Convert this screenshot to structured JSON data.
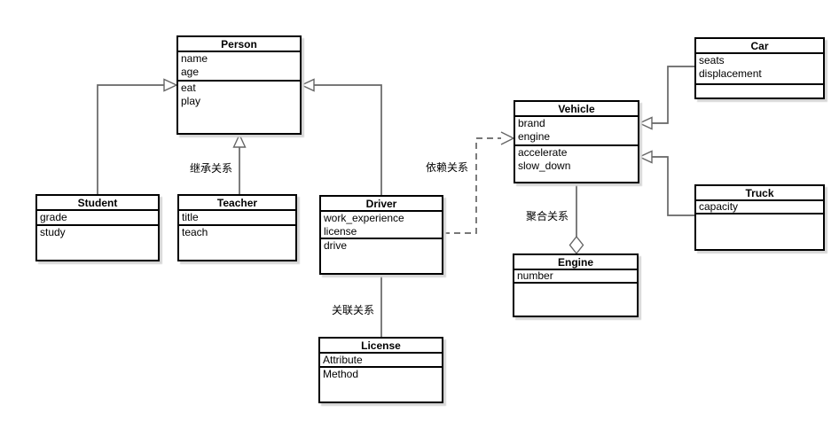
{
  "diagram": {
    "title": "UML class diagram",
    "background": "#ffffff",
    "colors": {
      "box_border": "#000000",
      "box_fill": "#ffffff",
      "edge_line": "#666666",
      "arrow_fill": "#ffffff",
      "text": "#000000"
    },
    "classes": [
      {
        "name": "Person",
        "attributes": [
          "name",
          "age"
        ],
        "methods": [
          "eat",
          "play"
        ]
      },
      {
        "name": "Student",
        "attributes": [
          "grade"
        ],
        "methods": [
          "study"
        ]
      },
      {
        "name": "Teacher",
        "attributes": [
          "title"
        ],
        "methods": [
          "teach"
        ]
      },
      {
        "name": "Driver",
        "attributes": [
          "work_experience",
          "license"
        ],
        "methods": [
          "drive"
        ]
      },
      {
        "name": "Vehicle",
        "attributes": [
          "brand",
          "engine"
        ],
        "methods": [
          "accelerate",
          "slow_down"
        ]
      },
      {
        "name": "Car",
        "attributes": [
          "seats",
          "displacement"
        ],
        "methods": []
      },
      {
        "name": "Truck",
        "attributes": [
          "capacity"
        ],
        "methods": []
      },
      {
        "name": "Engine",
        "attributes": [
          "number"
        ],
        "methods": []
      },
      {
        "name": "License",
        "attributes": [
          "Attribute"
        ],
        "methods": [
          "Method"
        ]
      }
    ],
    "edge_labels": [
      {
        "id": "inheritance",
        "text": "继承关系"
      },
      {
        "id": "dependency",
        "text": "依赖关系"
      },
      {
        "id": "aggregation",
        "text": "聚合关系"
      },
      {
        "id": "association",
        "text": "关联关系"
      }
    ]
  }
}
